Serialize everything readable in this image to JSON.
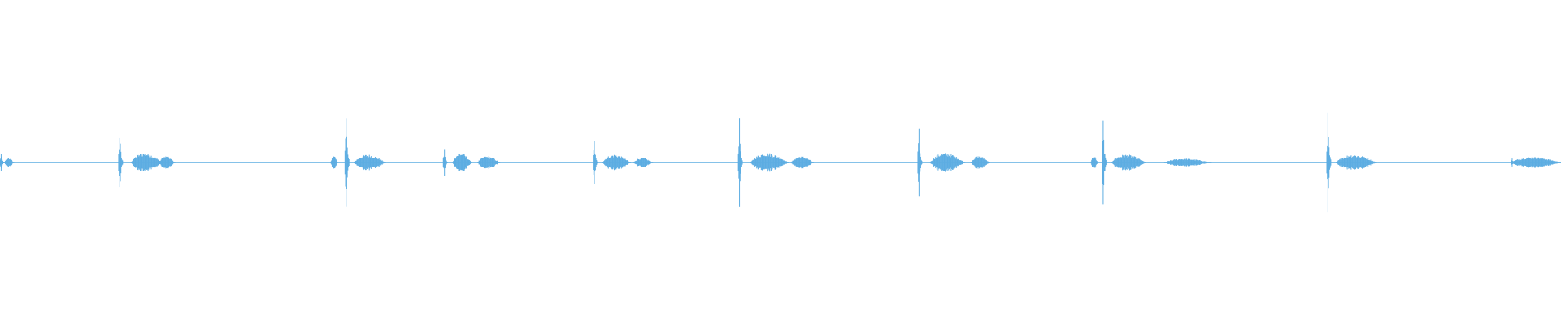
{
  "waveform": {
    "color": "#5DADE2",
    "baseline_color": "#5DADE2",
    "bursts": [
      {
        "start_fraction": 0.0,
        "onset_peak": 0.12,
        "tails": [
          {
            "offset": 0.003,
            "len": 0.006,
            "amp": 0.06
          }
        ]
      },
      {
        "start_fraction": 0.076,
        "onset_peak": 0.42,
        "tails": [
          {
            "offset": 0.008,
            "len": 0.02,
            "amp": 0.12
          },
          {
            "offset": 0.026,
            "len": 0.01,
            "amp": 0.08
          }
        ]
      },
      {
        "start_fraction": 0.212,
        "onset_peak": 0.06,
        "tails": [
          {
            "offset": 0.0,
            "len": 0.004,
            "amp": 0.08
          }
        ]
      },
      {
        "start_fraction": 0.221,
        "onset_peak": 0.65,
        "tails": [
          {
            "offset": 0.006,
            "len": 0.02,
            "amp": 0.1
          }
        ]
      },
      {
        "start_fraction": 0.284,
        "onset_peak": 0.18,
        "tails": [
          {
            "offset": 0.006,
            "len": 0.012,
            "amp": 0.12
          },
          {
            "offset": 0.022,
            "len": 0.014,
            "amp": 0.08
          }
        ]
      },
      {
        "start_fraction": 0.38,
        "onset_peak": 0.3,
        "tails": [
          {
            "offset": 0.006,
            "len": 0.018,
            "amp": 0.1
          },
          {
            "offset": 0.026,
            "len": 0.012,
            "amp": 0.06
          }
        ]
      },
      {
        "start_fraction": 0.473,
        "onset_peak": 0.55,
        "tails": [
          {
            "offset": 0.008,
            "len": 0.024,
            "amp": 0.12
          },
          {
            "offset": 0.034,
            "len": 0.014,
            "amp": 0.08
          }
        ]
      },
      {
        "start_fraction": 0.588,
        "onset_peak": 0.42,
        "tails": [
          {
            "offset": 0.008,
            "len": 0.022,
            "amp": 0.12
          },
          {
            "offset": 0.034,
            "len": 0.012,
            "amp": 0.08
          }
        ]
      },
      {
        "start_fraction": 0.699,
        "onset_peak": 0.06,
        "tails": [
          {
            "offset": 0.0,
            "len": 0.004,
            "amp": 0.08
          }
        ]
      },
      {
        "start_fraction": 0.706,
        "onset_peak": 0.55,
        "tails": [
          {
            "offset": 0.006,
            "len": 0.022,
            "amp": 0.1
          },
          {
            "offset": 0.04,
            "len": 0.03,
            "amp": 0.05
          }
        ]
      },
      {
        "start_fraction": 0.85,
        "onset_peak": 0.62,
        "tails": [
          {
            "offset": 0.006,
            "len": 0.026,
            "amp": 0.1
          }
        ]
      },
      {
        "start_fraction": 0.968,
        "onset_peak": 0.06,
        "tails": [
          {
            "offset": 0.0,
            "len": 0.032,
            "amp": 0.07
          }
        ]
      }
    ]
  }
}
